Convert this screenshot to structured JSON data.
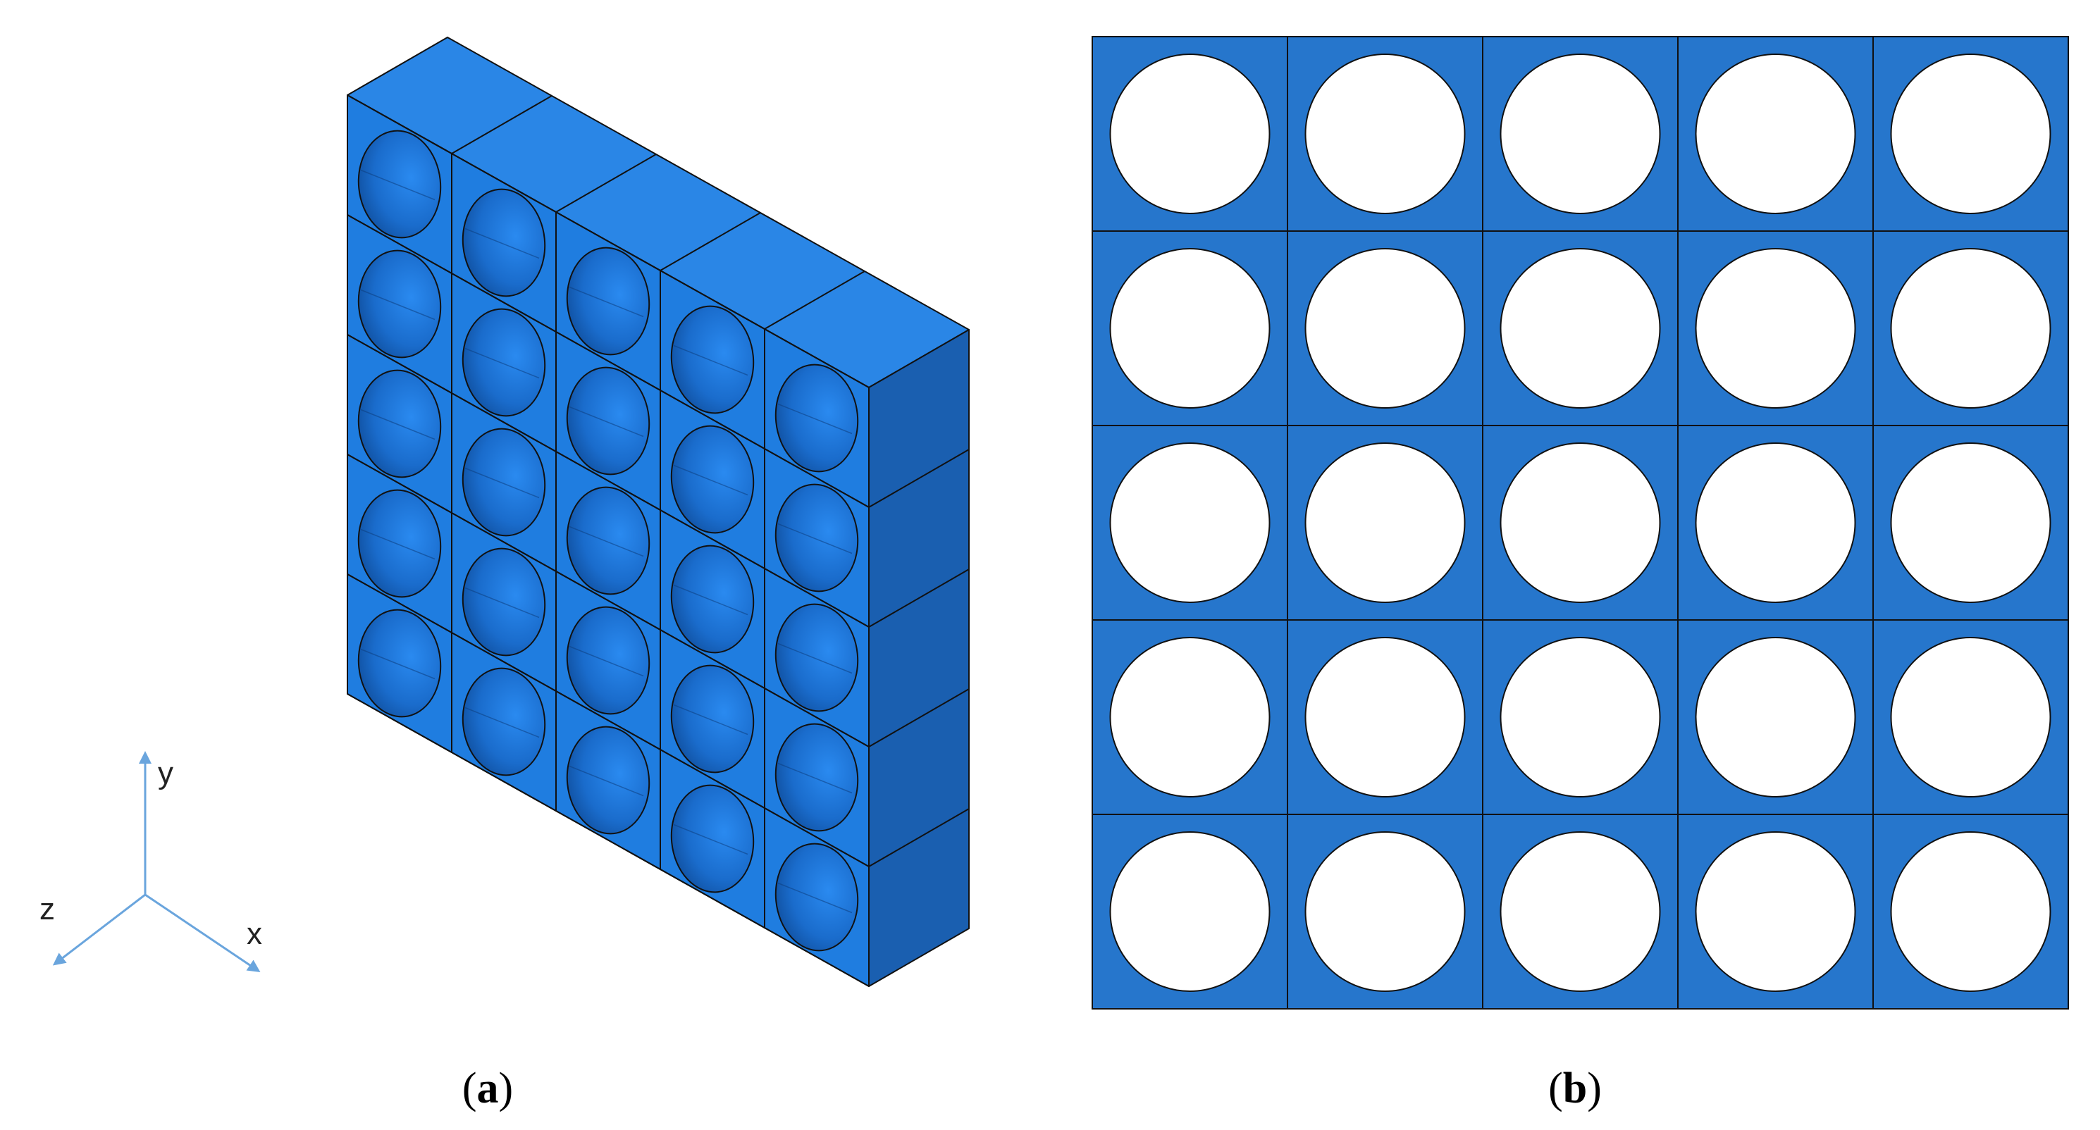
{
  "panel_a": {
    "caption_open": "(",
    "caption_letter": "a",
    "caption_close": ")",
    "grid_rows": 5,
    "grid_cols": 5,
    "axes": {
      "y": "y",
      "z": "z",
      "x": "x"
    }
  },
  "panel_b": {
    "caption_open": "(",
    "caption_letter": "b",
    "caption_close": ")",
    "grid_rows": 5,
    "grid_cols": 5
  },
  "colors": {
    "front_face": "#1f7de0",
    "top_face": "#2a86e6",
    "side_face": "#1a5fb0",
    "flat_cell": "#2676cc",
    "hole": "#ffffff",
    "edge": "#111111",
    "axis_arrow": "#6aa5dd",
    "background": "#ffffff"
  }
}
